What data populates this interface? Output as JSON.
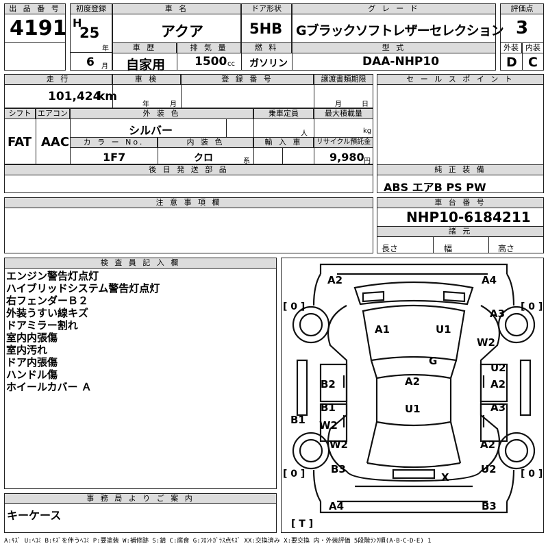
{
  "header": {
    "lot_label": "出 品 番 号",
    "lot_number": "4191",
    "first_reg_label": "初度登録",
    "era": "H",
    "year": "25",
    "year_unit": "年",
    "month": "6",
    "month_unit": "月",
    "car_name_label": "車 名",
    "car_name": "アクア",
    "door_label": "ドア形状",
    "door": "5HB",
    "grade_label": "グ レ ー ド",
    "grade": "Gブラックソフトレザーセレクション",
    "rating_label": "評価点",
    "rating": "3",
    "history_label": "車 歴",
    "history": "自家用",
    "displacement_label": "排 気 量",
    "displacement": "1500",
    "displacement_unit": "cc",
    "fuel_label": "燃 料",
    "fuel": "ガソリン",
    "model_label": "型 式",
    "model": "DAA-NHP10",
    "exterior_label": "外装",
    "exterior": "D",
    "interior_label": "内装",
    "interior": "C"
  },
  "row2": {
    "mileage_label": "走 行",
    "mileage": "101,424",
    "mileage_unit": "km",
    "inspection_label": "車 検",
    "insp_year_unit": "年",
    "insp_month_unit": "月",
    "plate_label": "登 録 番 号",
    "transfer_label": "譲渡書類期限",
    "transfer_month_unit": "月",
    "transfer_day_unit": "日",
    "sales_points_label": "セ ー ル ス ポ イ ン ト"
  },
  "row3": {
    "shift_label": "シフト",
    "shift": "FAT",
    "ac_label": "エアコン",
    "ac": "AAC",
    "ext_color_label": "外 装 色",
    "ext_color": "シルバー",
    "capacity_label": "乗車定員",
    "capacity_unit": "人",
    "load_label": "最大積載量",
    "load_unit": "kg",
    "color_no_label": "カ ラ ー No.",
    "color_no": "1F7",
    "int_color_label": "内 装 色",
    "int_color": "クロ",
    "int_color_unit": "系",
    "import_label": "輸 入 車",
    "recycle_label": "リサイクル預託金",
    "recycle": "9,980",
    "recycle_unit": "円"
  },
  "row4": {
    "later_parts_label": "後 日 発 送 部 品",
    "equipment_label": "純 正 装 備",
    "equipment": "ABS エアB PS PW"
  },
  "row5": {
    "notes_label": "注 意 事 項 欄",
    "chassis_label": "車 台 番 号",
    "chassis": "NHP10-6184211",
    "specs_label": "諸 元",
    "length_label": "長さ",
    "width_label": "幅",
    "height_label": "高さ"
  },
  "inspector": {
    "label": "検 査 員 記 入 欄",
    "lines": [
      "エンジン警告灯点灯",
      "ハイブリッドシステム警告灯点灯",
      "右フェンダーＢ２",
      "外装うすい線キズ",
      "ドアミラー割れ",
      "室内内張傷",
      "室内汚れ",
      "ドア内張傷",
      "ハンドル傷",
      "ホイールカバー Ａ"
    ]
  },
  "diagram": {
    "marks": {
      "front_left": "A2",
      "front_right": "A4",
      "bonnet": "A1",
      "windshield": "U1",
      "right_front_fender": "A3",
      "right_mirror_area": "W2",
      "glass": "G",
      "left_front_door_a": "B2",
      "roof": "A2",
      "right_front_door_u": "U2",
      "right_front_door_a": "A2",
      "left_rear_door_b": "B1",
      "left_rear_door_w": "W2",
      "roof_u": "U1",
      "right_rear_door": "A3",
      "left_sill": "B1",
      "left_rear_fender": "W2",
      "right_rear_fender": "A2",
      "left_rear_quarter": "B3",
      "right_rear_quarter": "U2",
      "back_door": "X",
      "rear_left": "A4",
      "rear_right": "B3"
    },
    "tires": {
      "front_left": "[ 0 ]",
      "front_right": "[ 0 ]",
      "rear_left": "[ 0 ]",
      "rear_right": "[ 0 ]",
      "spare": "[ T ]"
    }
  },
  "office": {
    "label": "事 務 局 よ り ご 案 内",
    "note": "キーケース"
  },
  "legend": "A:ｷｽﾞ U:ﾍｺﾐ B:ｷｽﾞを伴うﾍｺﾐ P:要塗装 W:補修跡 S:錆 C:腐食 G:ﾌﾛﾝﾄｶﾞﾗｽ点ｷｽﾞ XX:交換済み X:要交換 内・外装評価 5段階ﾗﾝｸ順(A･B･C･D･E) 1"
}
